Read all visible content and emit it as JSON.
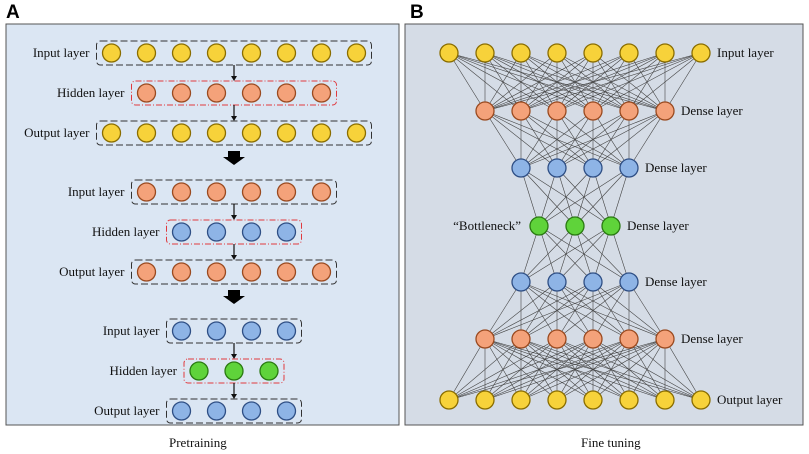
{
  "panel_a": {
    "letter": "A",
    "caption": "Pretraining",
    "stages": [
      {
        "layers": [
          {
            "label": "Input layer",
            "color": "yellow",
            "count": 8
          },
          {
            "label": "Hidden layer",
            "color": "orange",
            "count": 6
          },
          {
            "label": "Output layer",
            "color": "yellow",
            "count": 8
          }
        ]
      },
      {
        "layers": [
          {
            "label": "Input layer",
            "color": "orange",
            "count": 6
          },
          {
            "label": "Hidden layer",
            "color": "blue",
            "count": 4
          },
          {
            "label": "Output layer",
            "color": "orange",
            "count": 6
          }
        ]
      },
      {
        "layers": [
          {
            "label": "Input layer",
            "color": "blue",
            "count": 4
          },
          {
            "label": "Hidden layer",
            "color": "green",
            "count": 3
          },
          {
            "label": "Output layer",
            "color": "blue",
            "count": 4
          }
        ]
      }
    ]
  },
  "panel_b": {
    "letter": "B",
    "caption": "Fine tuning",
    "bottleneck_label": "“Bottleneck”",
    "layers": [
      {
        "label": "Input layer",
        "color": "yellow",
        "count": 8
      },
      {
        "label": "Dense layer",
        "color": "orange",
        "count": 6
      },
      {
        "label": "Dense layer",
        "color": "blue",
        "count": 4
      },
      {
        "label": "Dense layer",
        "color": "green",
        "count": 3
      },
      {
        "label": "Dense layer",
        "color": "blue",
        "count": 4
      },
      {
        "label": "Dense layer",
        "color": "orange",
        "count": 6
      },
      {
        "label": "Output layer",
        "color": "yellow",
        "count": 8
      }
    ]
  },
  "colors": {
    "yellow": {
      "fill": "#f7d23a",
      "stroke": "#8a6d00"
    },
    "orange": {
      "fill": "#f4a27a",
      "stroke": "#9a4a20"
    },
    "blue": {
      "fill": "#8eb4e6",
      "stroke": "#2f4f85"
    },
    "green": {
      "fill": "#5fd33a",
      "stroke": "#2a7a12"
    },
    "panel_a_bg": "#dbe6f3",
    "panel_b_bg": "#d5dce6",
    "hidden_box": "#e0393e",
    "layer_box": "#333333"
  }
}
